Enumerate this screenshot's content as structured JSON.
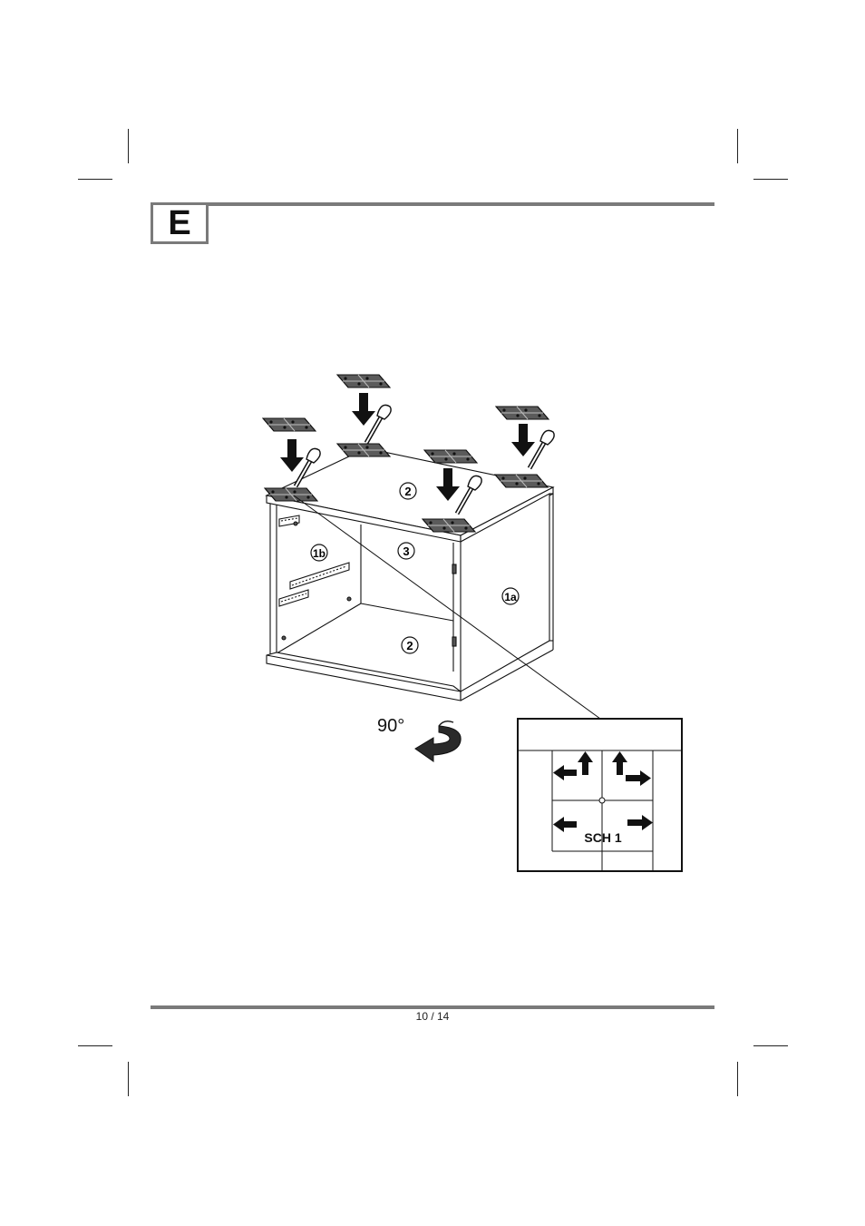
{
  "header": {
    "step_letter": "E"
  },
  "illustration": {
    "part_labels": [
      "2",
      "3",
      "1b",
      "1a",
      "2"
    ],
    "rotation_label": "90°",
    "detail": {
      "label": "SCH 1"
    }
  },
  "footer": {
    "page_number": "10 / 14"
  }
}
